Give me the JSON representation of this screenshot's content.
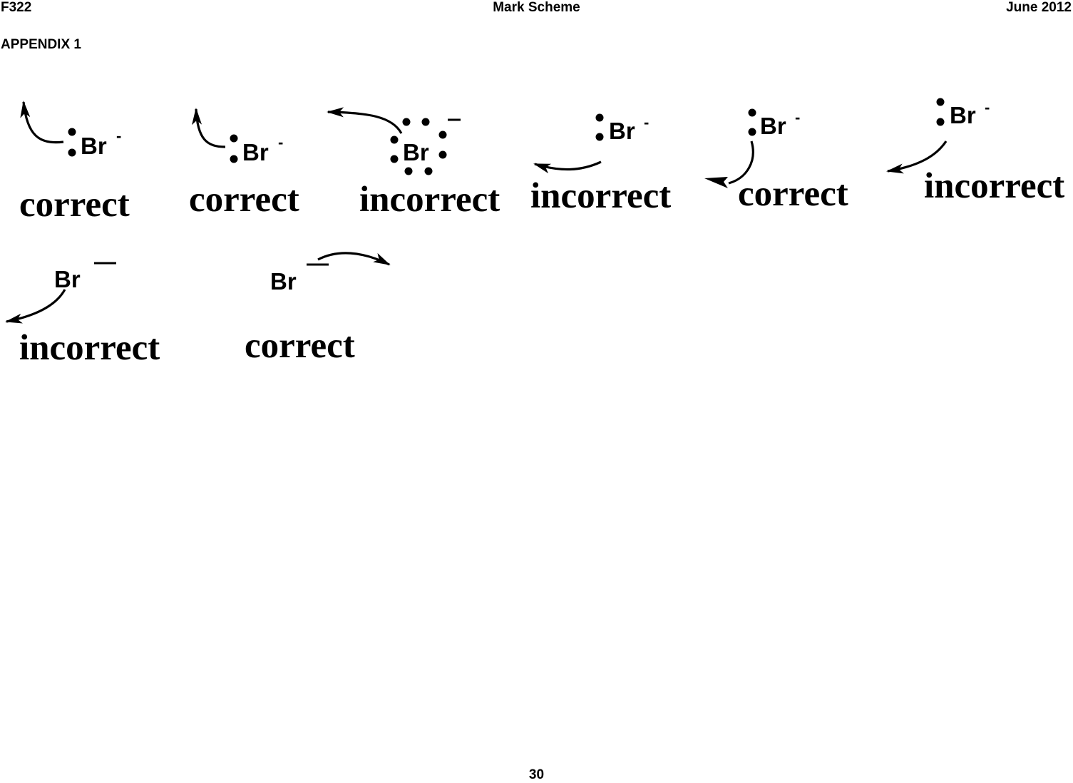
{
  "header": {
    "left": "F322",
    "center": "Mark Scheme",
    "right": "June 2012"
  },
  "section_title": "APPENDIX 1",
  "examples": [
    {
      "symbol": "Br",
      "charge": "-",
      "verdict": "correct"
    },
    {
      "symbol": "Br",
      "charge": "-",
      "verdict": "correct"
    },
    {
      "symbol": "Br",
      "charge": "",
      "verdict": "incorrect"
    },
    {
      "symbol": "Br",
      "charge": "-",
      "verdict": "incorrect"
    },
    {
      "symbol": "Br",
      "charge": "-",
      "verdict": "correct"
    },
    {
      "symbol": "Br",
      "charge": "-",
      "verdict": "incorrect"
    },
    {
      "symbol": "Br",
      "charge": "",
      "verdict": "incorrect"
    },
    {
      "symbol": "Br",
      "charge": "",
      "verdict": "correct"
    }
  ],
  "page_number": "30"
}
